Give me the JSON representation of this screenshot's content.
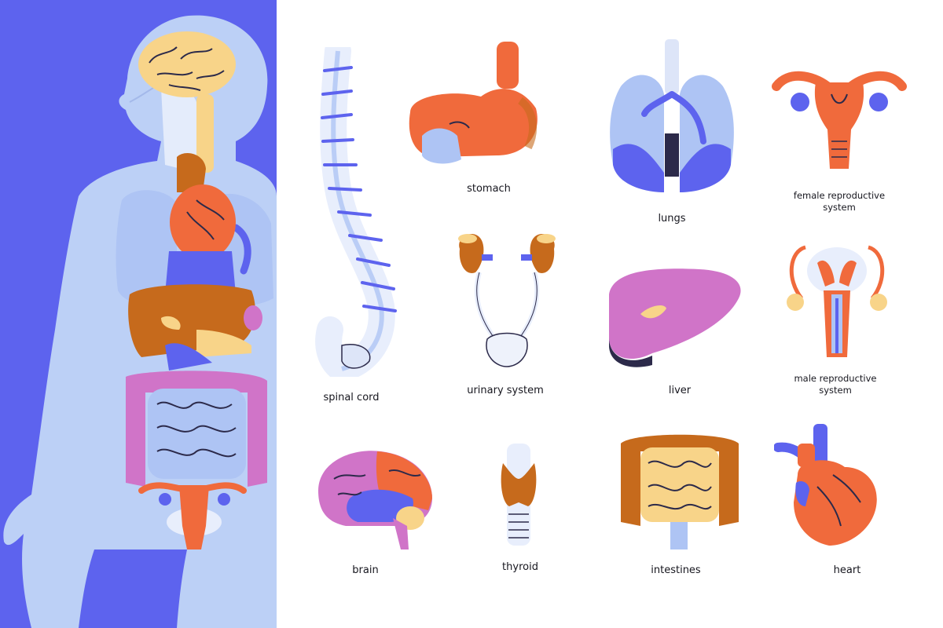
{
  "colors": {
    "background": "#ffffff",
    "panel": "#5d63ee",
    "body_silhouette": "#bcd0f6",
    "orange": "#f06a3c",
    "blue_violet": "#5d63ee",
    "light_blue": "#aec4f4",
    "pink": "#d074c8",
    "brown": "#c66a1c",
    "yellow": "#f8d489",
    "outline": "#2c2a4a"
  },
  "organs": [
    {
      "id": "spinal-cord",
      "label": "spinal cord",
      "icon": "spinal-cord-icon"
    },
    {
      "id": "stomach",
      "label": "stomach",
      "icon": "stomach-icon"
    },
    {
      "id": "lungs",
      "label": "lungs",
      "icon": "lungs-icon"
    },
    {
      "id": "female-reproductive-system",
      "label": "female reproductive system",
      "icon": "female-reproductive-system-icon"
    },
    {
      "id": "urinary-system",
      "label": "urinary system",
      "icon": "urinary-system-icon"
    },
    {
      "id": "liver",
      "label": "liver",
      "icon": "liver-icon"
    },
    {
      "id": "male-reproductive-system",
      "label": "male reproductive system",
      "icon": "male-reproductive-system-icon"
    },
    {
      "id": "brain",
      "label": "brain",
      "icon": "brain-icon"
    },
    {
      "id": "thyroid",
      "label": "thyroid",
      "icon": "thyroid-icon"
    },
    {
      "id": "intestines",
      "label": "intestines",
      "icon": "intestines-icon"
    },
    {
      "id": "heart",
      "label": "heart",
      "icon": "heart-icon"
    }
  ],
  "labels": {
    "spinal_cord": "spinal cord",
    "stomach": "stomach",
    "lungs": "lungs",
    "female_reproductive_line1": "female reproductive",
    "female_reproductive_line2": "system",
    "urinary_system": "urinary system",
    "liver": "liver",
    "male_reproductive_line1": "male reproductive",
    "male_reproductive_line2": "system",
    "brain": "brain",
    "thyroid": "thyroid",
    "intestines": "intestines",
    "heart": "heart"
  }
}
